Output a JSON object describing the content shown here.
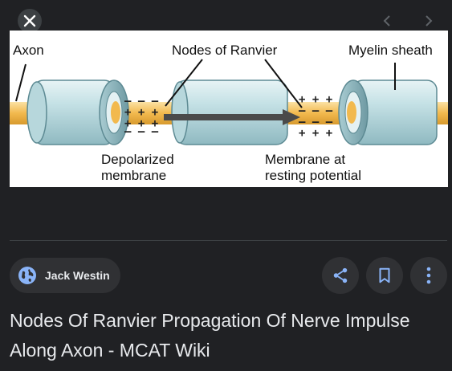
{
  "viewer": {
    "close_label": "Close",
    "prev_label": "Previous",
    "next_label": "Next"
  },
  "image": {
    "labels": {
      "axon": "Axon",
      "nodes": "Nodes of Ranvier",
      "myelin": "Myelin sheath",
      "depolarized_line1": "Depolarized",
      "depolarized_line2": "membrane",
      "resting_line1": "Membrane at",
      "resting_line2": "resting potential"
    },
    "charges": {
      "minus": "– – –",
      "plus": "+ + +"
    }
  },
  "source": {
    "name": "Jack Westin",
    "icon": "globe-icon"
  },
  "actions": {
    "share": "share-icon",
    "save": "bookmark-icon",
    "more": "more-vert-icon"
  },
  "result": {
    "title": "Nodes Of Ranvier Propagation Of Nerve Impulse Along Axon - MCAT Wiki"
  },
  "colors": {
    "background": "#202124",
    "chip": "#303134",
    "accent": "#8ab4f8",
    "axon": "#f2b94e",
    "myelin": "#bcdbe0"
  }
}
